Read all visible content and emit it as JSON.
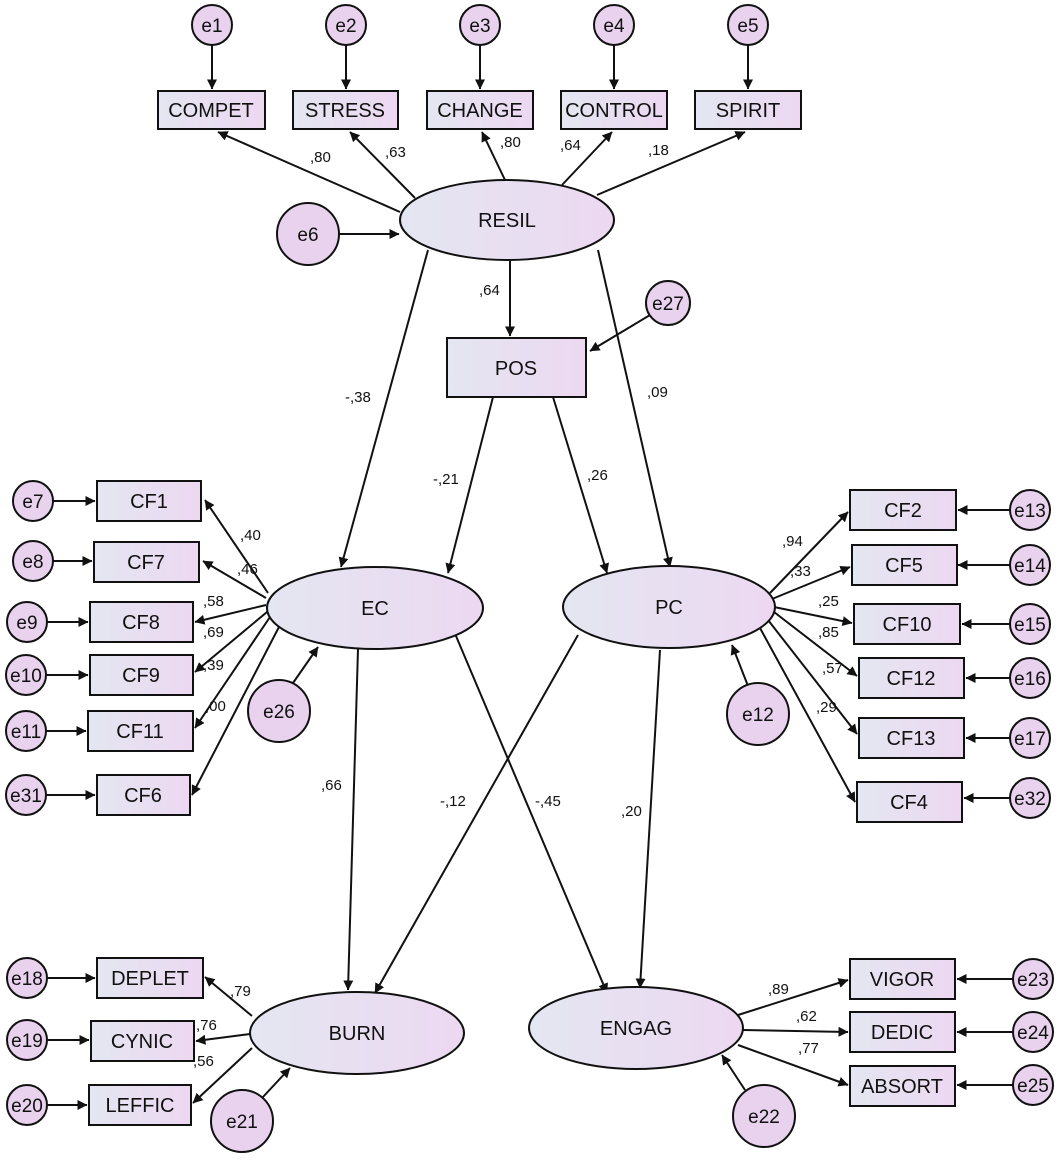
{
  "colors": {
    "stroke": "#111111",
    "fill_light": "#e4e6f1",
    "fill_accent": "#ecd8f1",
    "error_fill": "#e8d2ee"
  },
  "latent": {
    "resil": "RESIL",
    "ec": "EC",
    "pc": "PC",
    "burn": "BURN",
    "engag": "ENGAG"
  },
  "observed": {
    "compet": "COMPET",
    "stress": "STRESS",
    "change": "CHANGE",
    "control": "CONTROL",
    "spirit": "SPIRIT",
    "pos": "POS",
    "cf1": "CF1",
    "cf7": "CF7",
    "cf8": "CF8",
    "cf9": "CF9",
    "cf11": "CF11",
    "cf6": "CF6",
    "cf2": "CF2",
    "cf5": "CF5",
    "cf10": "CF10",
    "cf12": "CF12",
    "cf13": "CF13",
    "cf4": "CF4",
    "deplet": "DEPLET",
    "cynic": "CYNIC",
    "leffic": "LEFFIC",
    "vigor": "VIGOR",
    "dedic": "DEDIC",
    "absort": "ABSORT"
  },
  "errors": {
    "e1": "e1",
    "e2": "e2",
    "e3": "e3",
    "e4": "e4",
    "e5": "e5",
    "e6": "e6",
    "e27": "e27",
    "e7": "e7",
    "e8": "e8",
    "e9": "e9",
    "e10": "e10",
    "e11": "e11",
    "e31": "e31",
    "e26": "e26",
    "e12": "e12",
    "e13": "e13",
    "e14": "e14",
    "e15": "e15",
    "e16": "e16",
    "e17": "e17",
    "e32": "e32",
    "e18": "e18",
    "e19": "e19",
    "e20": "e20",
    "e21": "e21",
    "e22": "e22",
    "e23": "e23",
    "e24": "e24",
    "e25": "e25"
  },
  "coefficients": {
    "resil_compet": ",80",
    "resil_stress": ",63",
    "resil_change": ",80",
    "resil_control": ",64",
    "resil_spirit": ",18",
    "resil_pos": ",64",
    "resil_ec": "-,38",
    "resil_pc": ",09",
    "pos_ec": "-,21",
    "pos_pc": ",26",
    "ec_cf1": ",40",
    "ec_cf7": ",46",
    "ec_cf8": ",58",
    "ec_cf9": ",69",
    "ec_cf11": ",39",
    "ec_cf6": ",00",
    "pc_cf2": ",94",
    "pc_cf5": ",33",
    "pc_cf10": ",25",
    "pc_cf12": ",85",
    "pc_cf13": ",57",
    "pc_cf4": ",29",
    "ec_burn": ",66",
    "pc_burn": "-,12",
    "ec_engag": "-,45",
    "pc_engag": ",20",
    "burn_deplet": ",79",
    "burn_cynic": ",76",
    "burn_leffic": ",56",
    "engag_vigor": ",89",
    "engag_dedic": ",62",
    "engag_absort": ",77"
  }
}
